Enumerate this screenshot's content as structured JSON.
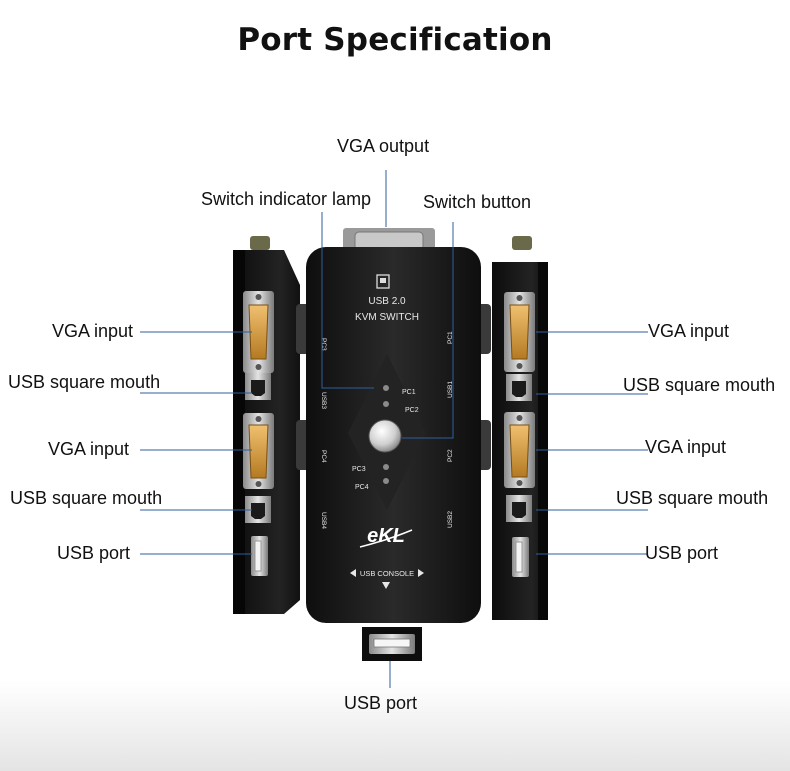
{
  "title": "Port Specification",
  "labels": {
    "vga_output": "VGA output",
    "switch_indicator_lamp": "Switch indicator lamp",
    "switch_button": "Switch button",
    "vga_input": "VGA input",
    "usb_square_mouth": "USB square mouth",
    "usb_port": "USB port"
  },
  "device": {
    "usb_label": "USB 2.0",
    "kvm_label": "KVM SWITCH",
    "pc1": "PC1",
    "pc2": "PC2",
    "pc3": "PC3",
    "pc4": "PC4",
    "usb1": "USB1",
    "usb2": "USB2",
    "usb3": "USB3",
    "usb4": "USB4",
    "brand": "eKL",
    "console": "USB CONSOLE"
  },
  "colors": {
    "accent_line": "#2f5f9e",
    "device_body": "#1b1b1b",
    "vga_gold": "#d49a3a"
  }
}
